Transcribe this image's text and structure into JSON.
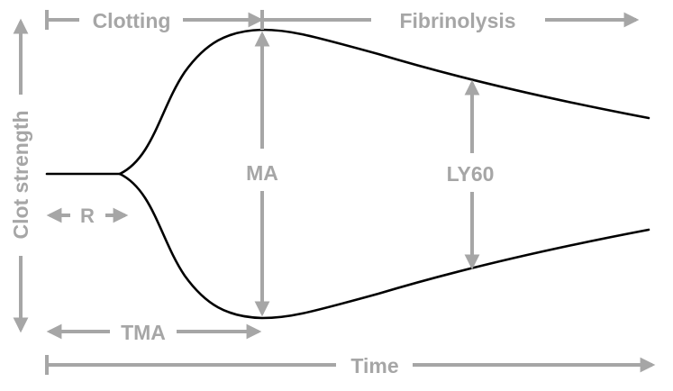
{
  "labels": {
    "clotting": "Clotting",
    "fibrinolysis": "Fibrinolysis",
    "ma": "MA",
    "ly60": "LY60",
    "r": "R",
    "tma": "TMA",
    "time": "Time",
    "clot_strength": "Clot strength"
  },
  "colors": {
    "annotation": "#a6a6a6",
    "curve": "#000000",
    "background": "#ffffff"
  }
}
